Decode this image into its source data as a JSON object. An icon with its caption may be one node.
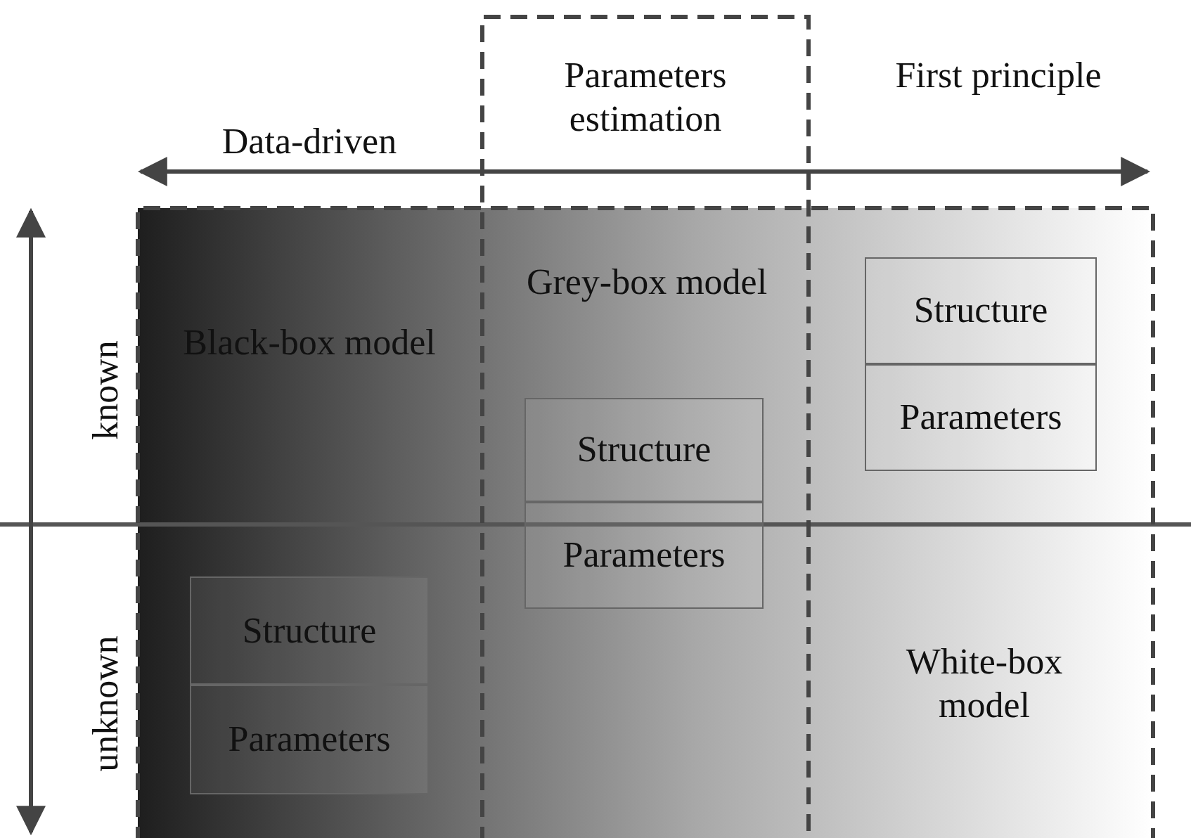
{
  "diagram": {
    "nodes": [
      {
        "text": [
          "Structure"
        ]
      },
      {
        "text": [
          "Parameters"
        ]
      },
      {
        "text": [
          "Structure"
        ]
      },
      {
        "text": [
          "Parameters"
        ]
      },
      {
        "text": [
          "Structure"
        ]
      },
      {
        "text": [
          "Parameters"
        ]
      }
    ],
    "labels": [
      "Data-driven",
      "Parameters estimation",
      "First principle",
      "known",
      "unknown",
      "Black-box model",
      "Grey-box model",
      "White-box model"
    ]
  }
}
